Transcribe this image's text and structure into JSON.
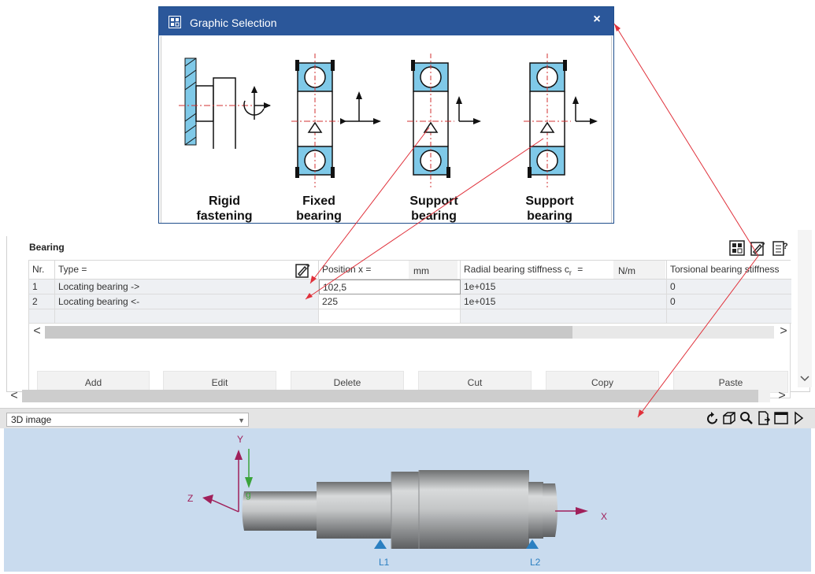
{
  "popup": {
    "title": "Graphic Selection",
    "close_symbol": "×",
    "options": [
      {
        "line1": "Rigid",
        "line2": "fastening"
      },
      {
        "line1": "Fixed",
        "line2": "bearing"
      },
      {
        "line1": "Support",
        "line2": "bearing"
      },
      {
        "line1": "Support",
        "line2": "bearing"
      }
    ]
  },
  "section": {
    "title": "Bearing"
  },
  "table": {
    "headers": {
      "nr": "Nr.",
      "type": "Type =",
      "position": "Position x =",
      "position_unit": "mm",
      "radial": "Radial bearing stiffness c",
      "radial_sub": "r",
      "radial_eq": "=",
      "radial_unit": "N/m",
      "torsional": "Torsional bearing stiffness"
    },
    "rows": [
      {
        "nr": "1",
        "type": "Locating bearing ->",
        "position": "102,5",
        "radial": "1e+015",
        "torsional": "0"
      },
      {
        "nr": "2",
        "type": "Locating bearing <-",
        "position": "225",
        "radial": "1e+015",
        "torsional": "0"
      }
    ]
  },
  "buttons": {
    "add": "Add",
    "edit": "Edit",
    "delete": "Delete",
    "cut": "Cut",
    "copy": "Copy",
    "paste": "Paste"
  },
  "scroll": {
    "left": "<",
    "right": ">"
  },
  "viewer": {
    "dropdown_value": "3D image",
    "axis_y": "Y",
    "axis_z": "Z",
    "axis_x": "X",
    "gravity": "g",
    "bearing_1": "L1",
    "bearing_2": "L2"
  },
  "colors": {
    "title_bar": "#2b579a",
    "viewer_bg": "#c9dbee",
    "annotation_line": "#e0303a",
    "bearing_marker": "#2a7fc1",
    "axis_magenta": "#a0205a",
    "gravity_green": "#3aa33a"
  },
  "icons": [
    "graphic-selection-icon",
    "edit-sheet-icon",
    "help-list-icon",
    "rotate-icon",
    "cube-icon",
    "zoom-icon",
    "export-icon",
    "window-icon",
    "play-icon"
  ]
}
